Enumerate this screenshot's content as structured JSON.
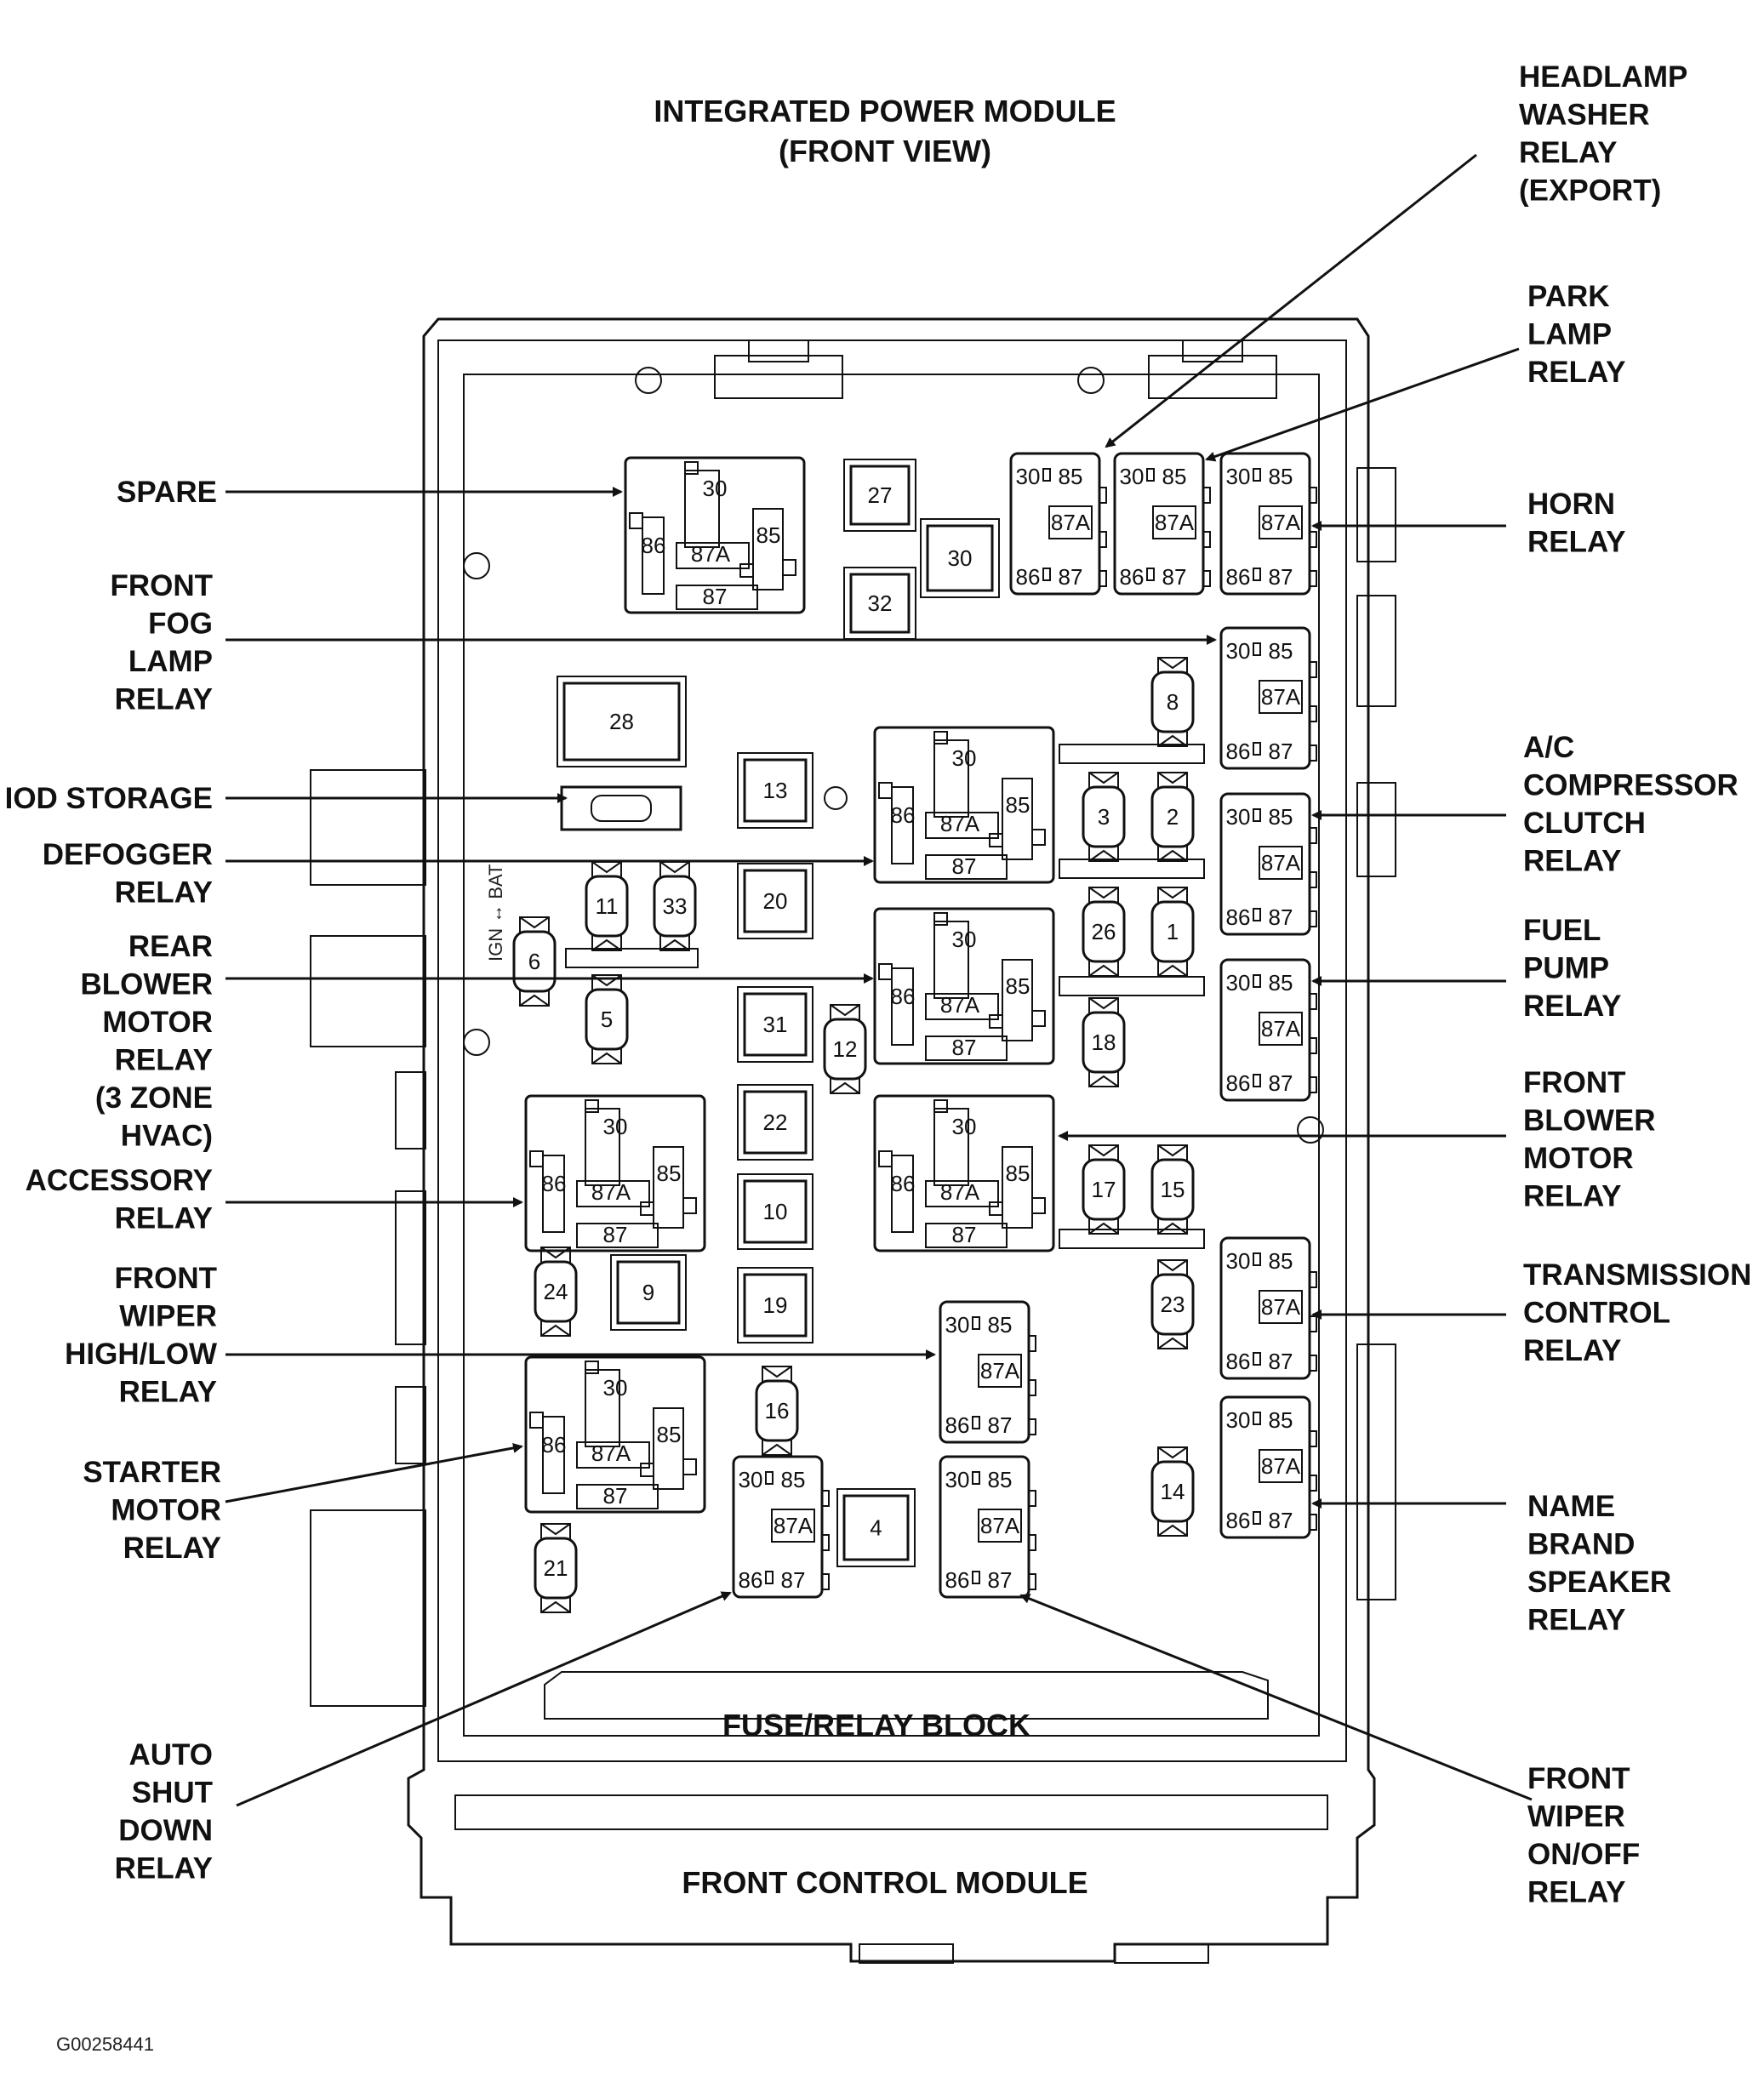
{
  "title": [
    "INTEGRATED POWER MODULE",
    "(FRONT VIEW)"
  ],
  "figure_code": "G00258441",
  "blocks": {
    "fuse_relay_block": "FUSE/RELAY BLOCK",
    "front_control_module": "FRONT CONTROL MODULE"
  },
  "ign_bat_label": "IGN ↔ BAT",
  "left_labels": [
    {
      "id": "spare",
      "lines": [
        "SPARE"
      ]
    },
    {
      "id": "front-fog-lamp-relay",
      "lines": [
        "FRONT",
        "FOG",
        "LAMP",
        "RELAY"
      ]
    },
    {
      "id": "iod-storage",
      "lines": [
        "IOD STORAGE"
      ]
    },
    {
      "id": "defogger-relay",
      "lines": [
        "DEFOGGER",
        "RELAY"
      ]
    },
    {
      "id": "rear-blower-motor-relay",
      "lines": [
        "REAR",
        "BLOWER",
        "MOTOR",
        "RELAY",
        "(3 ZONE",
        "HVAC)"
      ]
    },
    {
      "id": "accessory-relay",
      "lines": [
        "ACCESSORY",
        "RELAY"
      ]
    },
    {
      "id": "front-wiper-high-low-relay",
      "lines": [
        "FRONT",
        "WIPER",
        "HIGH/LOW",
        "RELAY"
      ]
    },
    {
      "id": "starter-motor-relay",
      "lines": [
        "STARTER",
        "MOTOR",
        "RELAY"
      ]
    },
    {
      "id": "auto-shut-down-relay",
      "lines": [
        "AUTO",
        "SHUT",
        "DOWN",
        "RELAY"
      ]
    }
  ],
  "right_labels": [
    {
      "id": "headlamp-washer-relay",
      "lines": [
        "HEADLAMP",
        "WASHER",
        "RELAY",
        "(EXPORT)"
      ]
    },
    {
      "id": "park-lamp-relay",
      "lines": [
        "PARK",
        "LAMP",
        "RELAY"
      ]
    },
    {
      "id": "horn-relay",
      "lines": [
        "HORN",
        "RELAY"
      ]
    },
    {
      "id": "ac-compressor-clutch-relay",
      "lines": [
        "A/C",
        "COMPRESSOR",
        "CLUTCH",
        "RELAY"
      ]
    },
    {
      "id": "fuel-pump-relay",
      "lines": [
        "FUEL",
        "PUMP",
        "RELAY"
      ]
    },
    {
      "id": "front-blower-motor-relay",
      "lines": [
        "FRONT",
        "BLOWER",
        "MOTOR",
        "RELAY"
      ]
    },
    {
      "id": "transmission-control-relay",
      "lines": [
        "TRANSMISSION",
        "CONTROL",
        "RELAY"
      ]
    },
    {
      "id": "name-brand-speaker-relay",
      "lines": [
        "NAME",
        "BRAND",
        "SPEAKER",
        "RELAY"
      ]
    },
    {
      "id": "front-wiper-on-off-relay",
      "lines": [
        "FRONT",
        "WIPER",
        "ON/OFF",
        "RELAY"
      ]
    }
  ],
  "relay_pins": [
    "30",
    "85",
    "87A",
    "86",
    "87"
  ],
  "square_fuses": [
    "27",
    "30",
    "32",
    "28",
    "13",
    "20",
    "31",
    "22",
    "10",
    "19",
    "9",
    "4"
  ],
  "cartridge_fuses": [
    "8",
    "3",
    "2",
    "26",
    "1",
    "18",
    "11",
    "33",
    "6",
    "5",
    "12",
    "17",
    "15",
    "23",
    "24",
    "16",
    "14",
    "21"
  ]
}
